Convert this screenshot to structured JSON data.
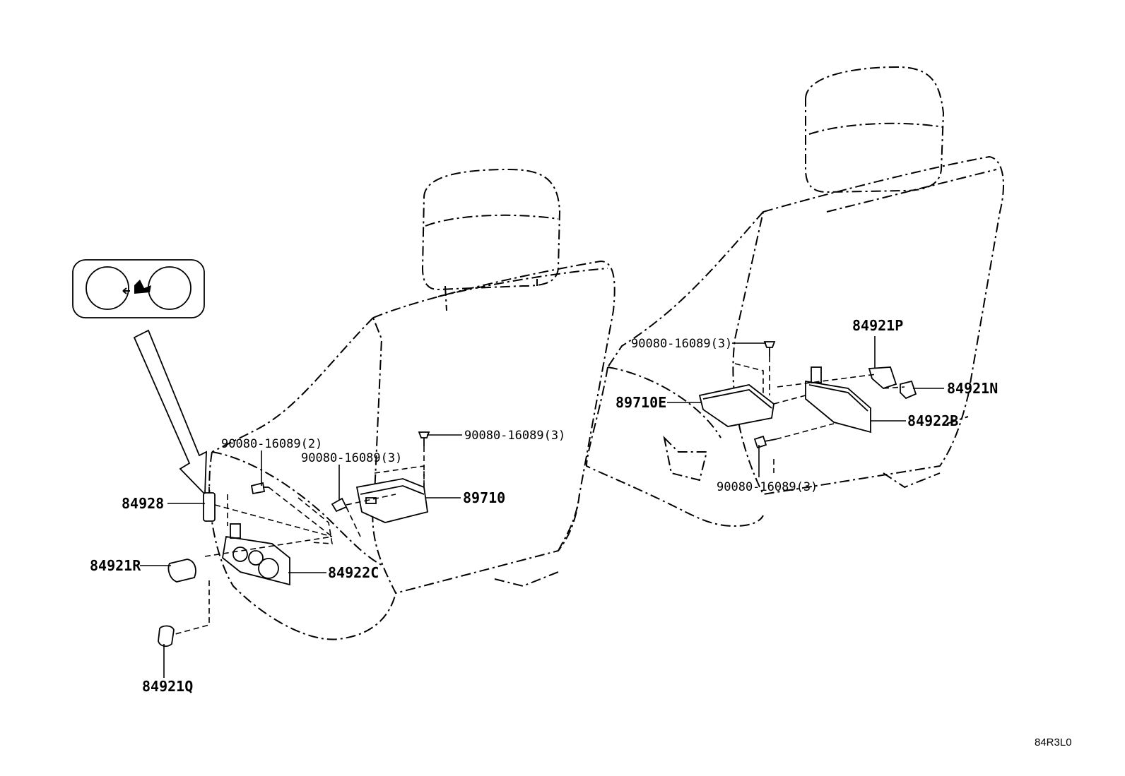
{
  "diagram": {
    "reference_code": "84R3L0",
    "labels": {
      "p84928": "84928",
      "p84921r": "84921R",
      "p84921q": "84921Q",
      "p84922c": "84922C",
      "p89710": "89710",
      "screw_left_2": "90080-16089(2)",
      "screw_left_3a": "90080-16089(3)",
      "screw_left_3b": "90080-16089(3)",
      "p89710e": "89710E",
      "screw_right_top": "90080-16089(3)",
      "screw_right_bottom": "90080-16089(3)",
      "p84921p": "84921P",
      "p84921n": "84921N",
      "p84922b": "84922B"
    },
    "icons": {
      "switch_panel": "seat-heater-switch-icon"
    }
  }
}
